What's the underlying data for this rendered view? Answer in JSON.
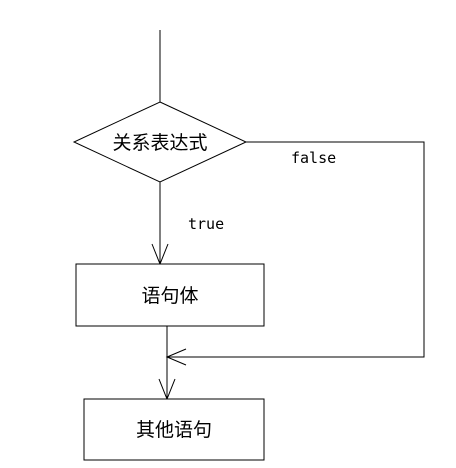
{
  "diagram": {
    "nodes": {
      "condition": {
        "label": "关系表达式",
        "shape": "diamond"
      },
      "body": {
        "label": "语句体",
        "shape": "rectangle"
      },
      "other": {
        "label": "其他语句",
        "shape": "rectangle"
      }
    },
    "edges": {
      "true_label": "true",
      "false_label": "false"
    },
    "colors": {
      "stroke": "#000000",
      "background": "#ffffff"
    }
  }
}
